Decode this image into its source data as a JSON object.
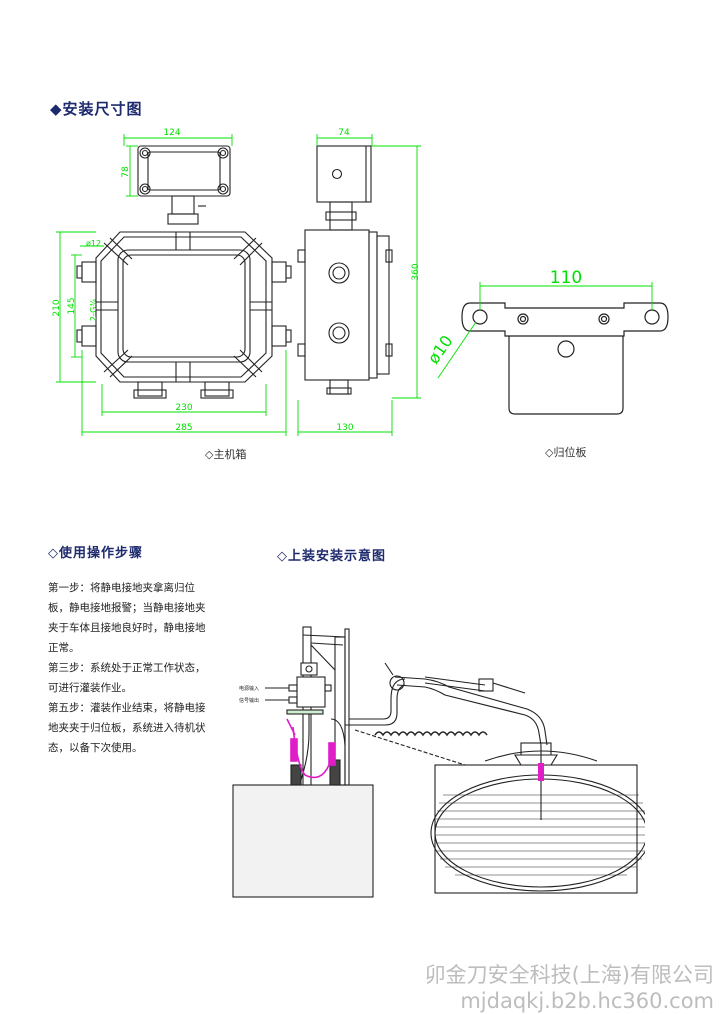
{
  "section_title": "◆安装尺寸图",
  "dims_front": {
    "top_w": "124",
    "top_h": "78",
    "hole": "ø12",
    "h210": "210",
    "h145": "145",
    "g": "2-G¾",
    "w230": "230",
    "w285": "285"
  },
  "dims_side": {
    "w74": "74",
    "h360": "360",
    "w130": "130"
  },
  "dims_plate": {
    "w110": "110",
    "d10": "ø10"
  },
  "captions": {
    "main_box": "◇主机箱",
    "return_plate": "◇归位板"
  },
  "usage_title": "◇使用操作步骤",
  "steps": [
    "第一步：将静电接地夹拿离归位",
    "板，静电接地报警；当静电接地夹",
    "夹于车体且接地良好时，静电接地",
    "正常。",
    "第三步：系统处于正常工作状态，",
    "可进行灌装作业。",
    "第五步：灌装作业结束，将静电接",
    "地夹夹于归位板，系统进入待机状",
    "态，以备下次使用。"
  ],
  "install_title": "◇上装安装示意图",
  "install_labels": {
    "line1": "电源输入",
    "line2": "信号输出"
  },
  "watermark": {
    "line1": "卯金刀安全科技(上海)有限公司",
    "line2": "mjdaqkj.b2b.hc360.com"
  },
  "colors": {
    "dimension": "#00e000",
    "title": "#1e2a6e",
    "stroke": "#222222",
    "magenta": "#e01ec8"
  }
}
